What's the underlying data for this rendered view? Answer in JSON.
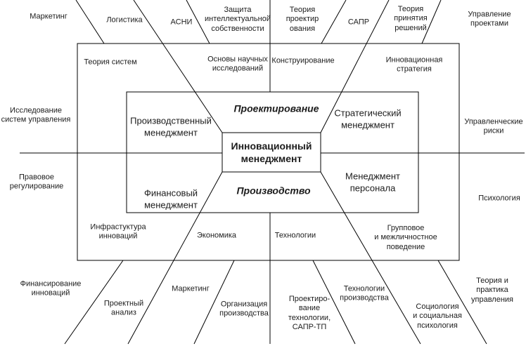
{
  "colors": {
    "background": "#ffffff",
    "line": "#000000",
    "text": "#1c1c1c"
  },
  "center_box": {
    "label": "Инновационный\nменеджмент"
  },
  "inner_zones": {
    "design": "Проектирование",
    "production": "Производство",
    "production_management": "Производственный\nменеджмент",
    "strategic_management": "Стратегический\nменеджмент",
    "financial_management": "Финансовый\nменеджмент",
    "personnel_management": "Менеджмент\nперсонала"
  },
  "outer_ring": {
    "systems_theory": "Теория систем",
    "scientific_research_basics": "Основы научных\nисследований",
    "engineering_design": "Конструирование",
    "innovation_strategy": "Инновационная\nстратегия",
    "innovation_infrastructure": "Инфрастуктура\nинноваций",
    "economics": "Экономика",
    "technologies": "Технологии",
    "group_behavior": "Групповое\nи межличностное\nповедение"
  },
  "outside": {
    "marketing_top": "Маркетинг",
    "logistics": "Логистика",
    "asni": "АСНИ",
    "ip_protection": "Защита\nинтеллектуальной\nсобственности",
    "design_theory": "Теория\nпроектир\nования",
    "sapr": "САПР",
    "decision_theory": "Теория\nпринятия\nрешений",
    "project_management": "Управление\nпроектами",
    "management_systems_research": "Исследование\nсистем управления",
    "legal_regulation": "Правовое\nрегулирование",
    "managerial_risks": "Управленческие\nриски",
    "psychology": "Психология",
    "innovation_financing": "Финансирование\nинноваций",
    "project_analysis": "Проектный\nанализ",
    "marketing_bottom": "Маркетинг",
    "production_organization": "Организация\nпроизводства",
    "tech_design_sapr_tp": "Проектиро-\nвание\nтехнологии,\nСАПР-ТП",
    "production_technologies": "Технологии\nпроизводства",
    "sociology": "Социология\nи социальная\nпсихология",
    "management_theory_practice": "Теория и практика\nуправления"
  }
}
